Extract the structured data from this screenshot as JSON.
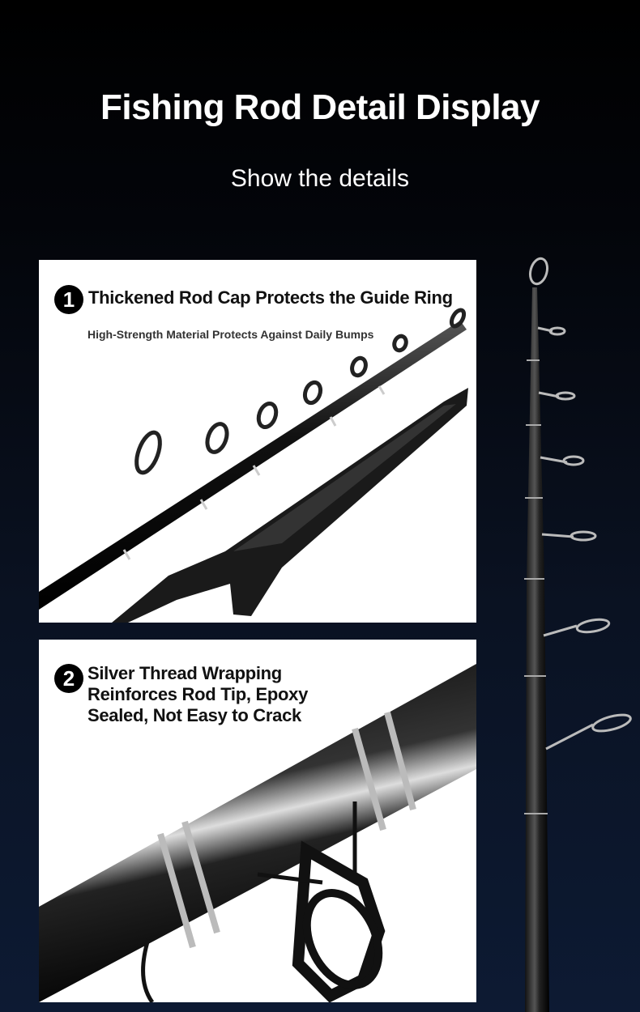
{
  "header": {
    "title": "Fishing Rod Detail Display",
    "subtitle": "Show the details"
  },
  "features": [
    {
      "number": "1",
      "title": "Thickened Rod Cap Protects the Guide Ring",
      "subtitle": "High-Strength Material Protects Against Daily Bumps"
    },
    {
      "number": "2",
      "title_lines": [
        "Silver Thread Wrapping",
        "Reinforces Rod Tip, Epoxy",
        "Sealed, Not Easy to Crack"
      ]
    }
  ]
}
